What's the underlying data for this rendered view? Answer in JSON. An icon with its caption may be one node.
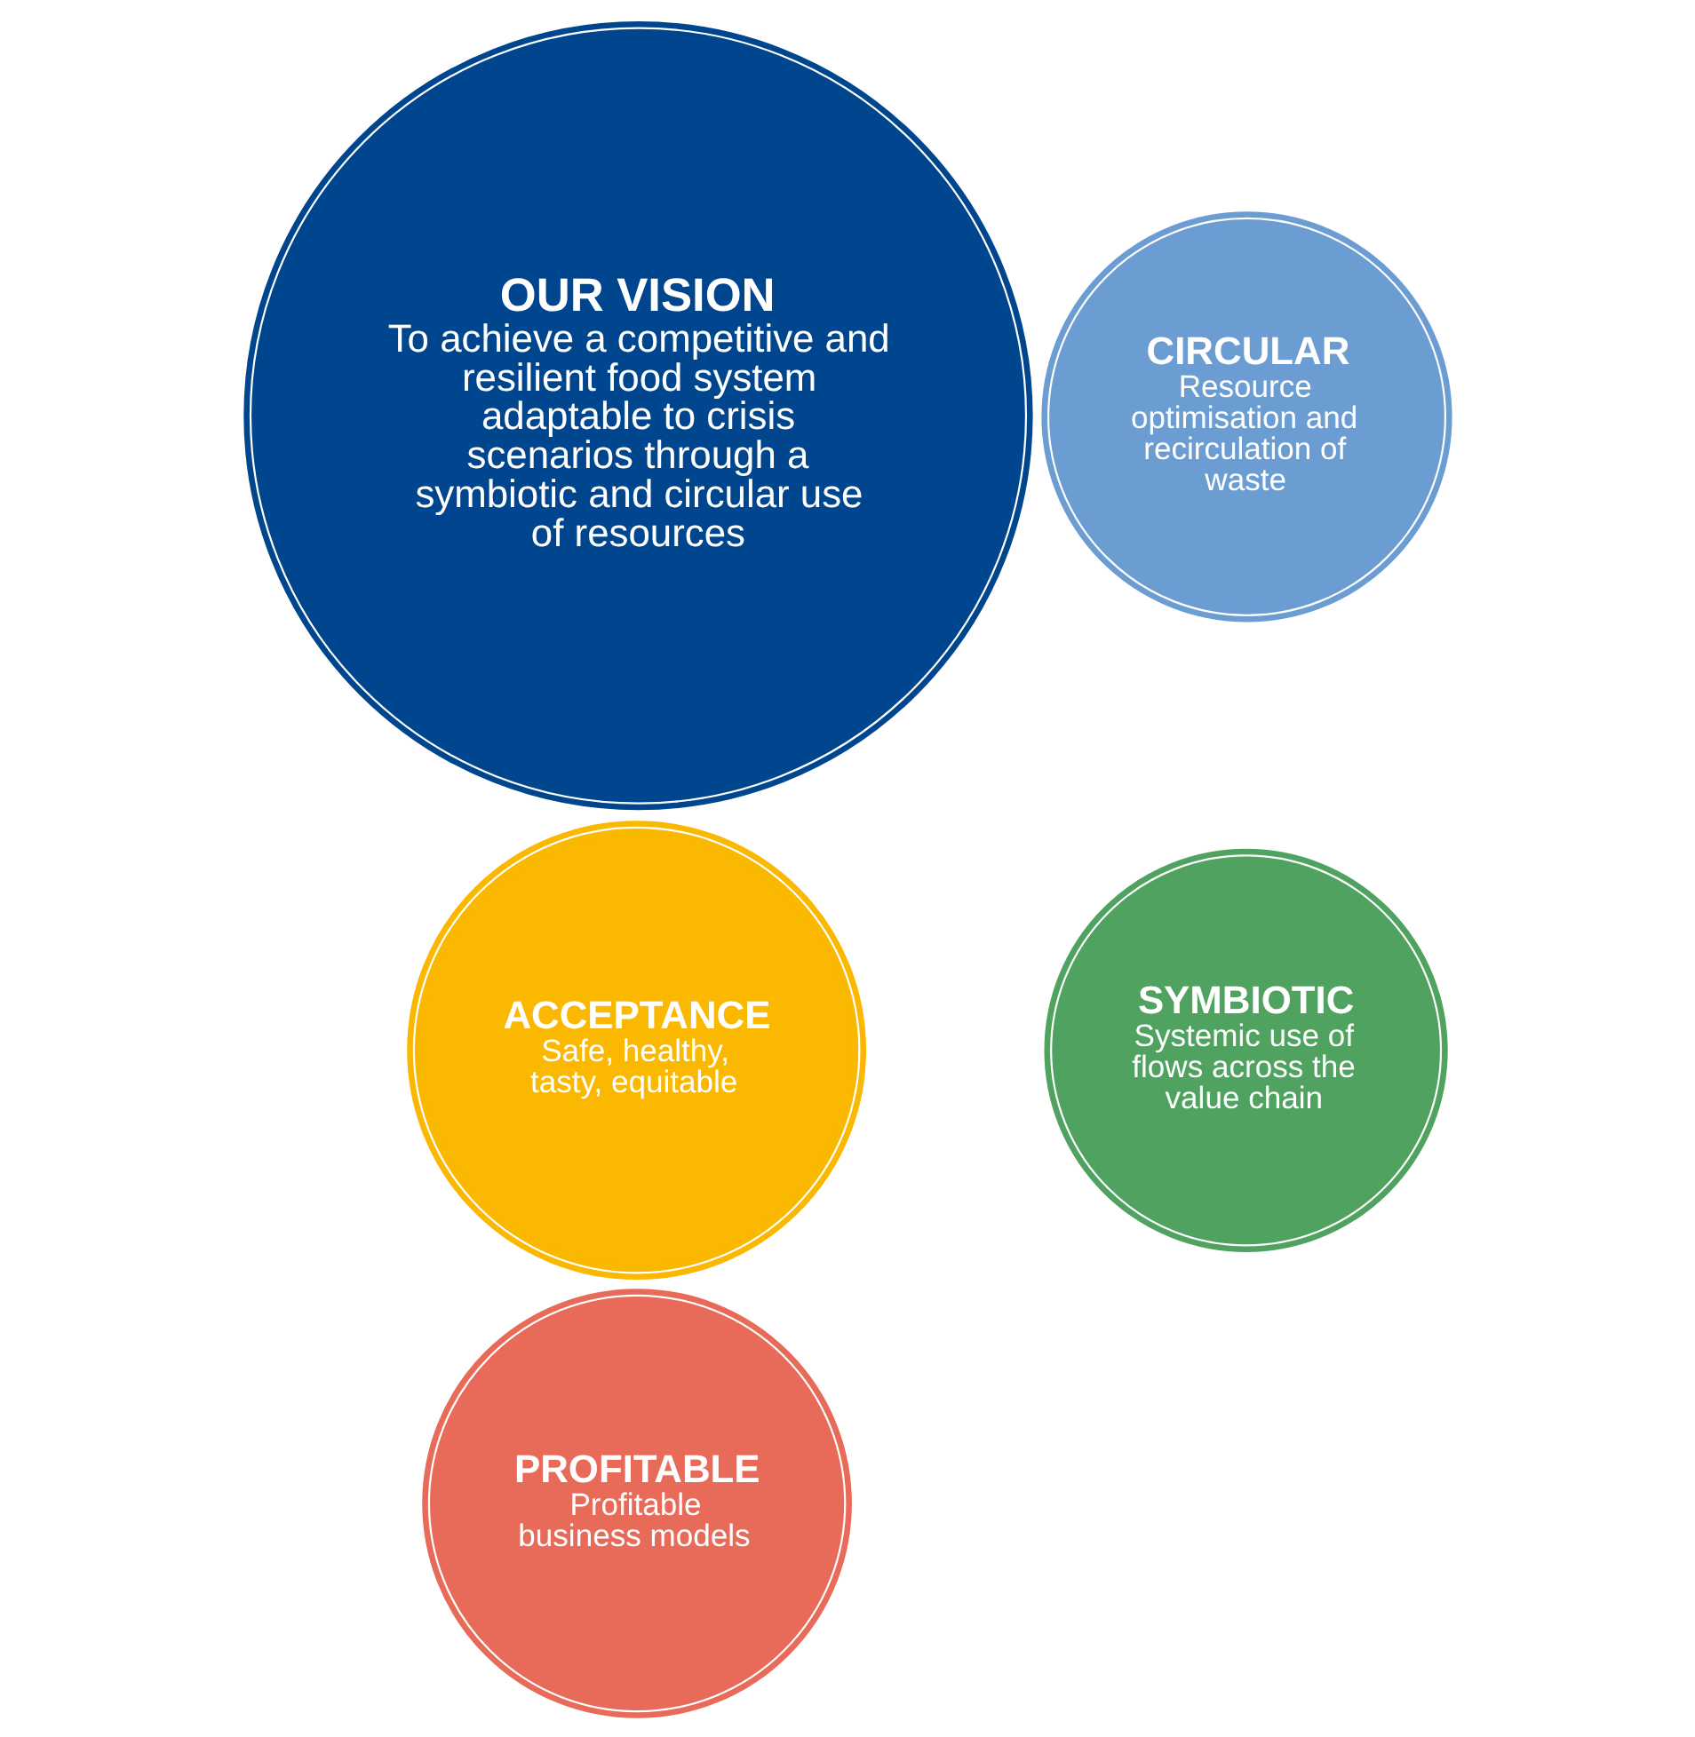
{
  "diagram": {
    "nodes": [
      {
        "text": [
          "SYMBIOTIC",
          "Systemic use of flows across the value chain"
        ]
      },
      {
        "text": [
          "CIRCULAR",
          "Resource optimisation and recirculation of waste"
        ]
      },
      {
        "text": [
          "OUR VISION",
          "To achieve a competitive and resilient food system adaptable to crisis scenarios through a symbiotic and circular use of resources"
        ]
      },
      {
        "text": [
          "PROFITABLE",
          "Profitable business models"
        ]
      },
      {
        "text": [
          "ACCEPTANCE",
          "Safe, healthy, tasty, equitable"
        ]
      }
    ]
  }
}
